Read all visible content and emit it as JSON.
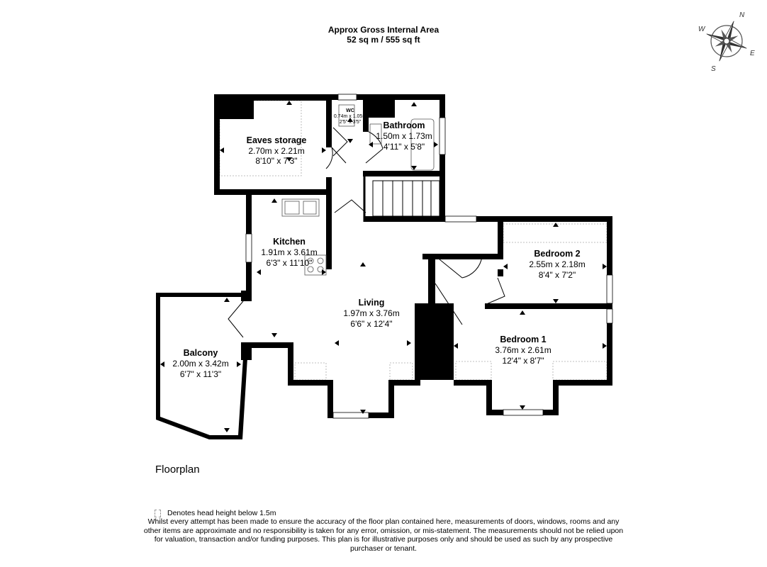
{
  "header": {
    "title": "Approx Gross Internal Area",
    "area": "52 sq m / 555 sq ft"
  },
  "compass": {
    "n": "N",
    "e": "E",
    "s": "S",
    "w": "W"
  },
  "rooms": {
    "eaves": {
      "name": "Eaves storage",
      "metric": "2.70m x 2.21m",
      "imperial": "8'10\" x 7'3\""
    },
    "wc": {
      "name": "WC",
      "metric": "0.74m x 1.05m",
      "imperial": "2'5\" x 3'5\""
    },
    "bathroom": {
      "name": "Bathroom",
      "metric": "1.50m x 1.73m",
      "imperial": "4'11\" x 5'8\""
    },
    "kitchen": {
      "name": "Kitchen",
      "metric": "1.91m x 3.61m",
      "imperial": "6'3\" x 11'10\""
    },
    "bedroom2": {
      "name": "Bedroom 2",
      "metric": "2.55m x 2.18m",
      "imperial": "8'4\" x 7'2\""
    },
    "living": {
      "name": "Living",
      "metric": "1.97m x 3.76m",
      "imperial": "6'6\" x 12'4\""
    },
    "bedroom1": {
      "name": "Bedroom 1",
      "metric": "3.76m x 2.61m",
      "imperial": "12'4\" x 8'7\""
    },
    "balcony": {
      "name": "Balcony",
      "metric": "2.00m x 3.42m",
      "imperial": "6'7\" x 11'3\""
    }
  },
  "floor_title": "Floorplan",
  "legend_text": "Denotes head height below 1.5m",
  "disclaimer": "Whilst every attempt has been made to ensure the accuracy of the floor plan contained here, measurements of doors, windows, rooms and any other items are approximate and no responsibility is taken for any error, omission, or mis-statement. The measurements should not be relied upon for valuation, transaction and/or funding purposes. This plan is for illustrative purposes only and should be used as such by any prospective purchaser or tenant.",
  "colors": {
    "wall": "#000000",
    "window": "#ffffff",
    "dashed": "#aaaaaa",
    "compass": "#555555"
  }
}
